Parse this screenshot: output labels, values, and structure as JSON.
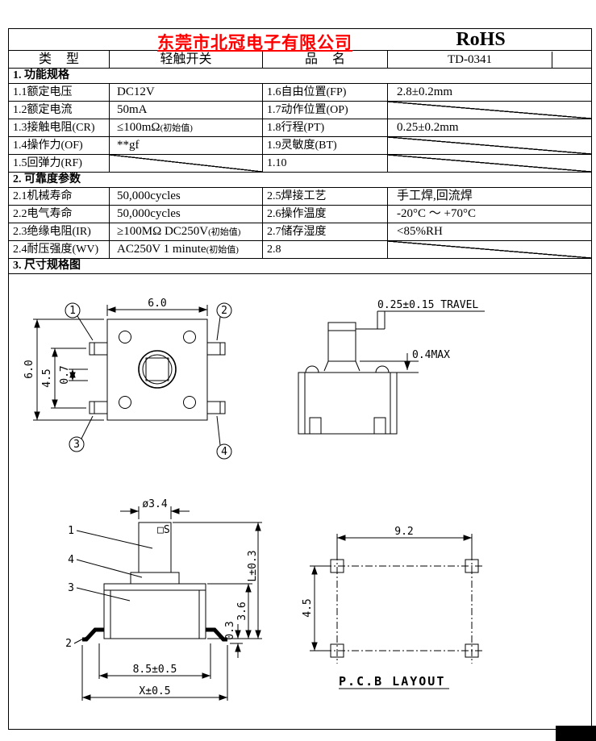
{
  "header": {
    "company": "东莞市北冠电子有限公司",
    "rohs": "RoHS"
  },
  "type_row": {
    "type_label": "类 型",
    "type_value": "轻触开关",
    "name_label": "品 名",
    "name_value": "TD-0341"
  },
  "sections": {
    "s1": "1. 功能规格",
    "s2": "2. 可靠度参数",
    "s3": "3. 尺寸规格图"
  },
  "colors": {
    "title_red": "#ff0000",
    "line_black": "#000000"
  },
  "s1": {
    "rows": [
      {
        "l": "1.1额定电压",
        "v": "DC12V",
        "vn": "",
        "l2": "1.6自由位置(FP)",
        "v2": "2.8±0.2mm"
      },
      {
        "l": "1.2额定电流",
        "v": "50mA",
        "vn": "",
        "l2": "1.7动作位置(OP)",
        "v2": ""
      },
      {
        "l": "1.3接触电阻(CR)",
        "v": "≤100mΩ",
        "vn": "(初始值)",
        "l2": "1.8行程(PT)",
        "v2": "0.25±0.2mm"
      },
      {
        "l": "1.4操作力(OF)",
        "v": "**gf",
        "vn": "",
        "l2": "1.9灵敏度(BT)",
        "v2": ""
      },
      {
        "l": "1.5回弹力(RF)",
        "v": "",
        "vn": "",
        "l2": "1.10",
        "v2": ""
      }
    ]
  },
  "s2": {
    "rows": [
      {
        "l": "2.1机械寿命",
        "v": "50,000cycles",
        "vn": "",
        "l2": "2.5焊接工艺",
        "v2": "手工焊,回流焊"
      },
      {
        "l": "2.2电气寿命",
        "v": "50,000cycles",
        "vn": "",
        "l2": "2.6操作温度",
        "v2": "-20°C ～ +70°C"
      },
      {
        "l": "2.3绝缘电阻(IR)",
        "v": "≥100MΩ DC250V",
        "vn": "(初始值)",
        "l2": "2.7储存湿度",
        "v2": "<85%RH"
      },
      {
        "l": "2.4耐压强度(WV)",
        "v": "AC250V 1 minute",
        "vn": "(初始值)",
        "l2": "2.8",
        "v2": ""
      }
    ]
  },
  "drawings": {
    "top_view": {
      "dim_width": "6.0",
      "dim_height": "6.0",
      "dim_pin_span": "4.5",
      "dim_offset": "0.7",
      "pin1": "1",
      "pin2": "2",
      "pin3": "3",
      "pin4": "4"
    },
    "side_view": {
      "travel": "0.25±0.15 TRAVEL",
      "max": "0.4MAX"
    },
    "front_view": {
      "dim_stem": "ø3.4",
      "stem_mark": "□S",
      "ref1": "1",
      "ref2": "2",
      "ref3": "3",
      "ref4": "4",
      "dim_l": "L±0.3",
      "dim_body_h": "3.6",
      "dim_standoff": "0.3",
      "dim_body_w": "8.5±0.5",
      "dim_total_w": "X±0.5"
    },
    "pcb": {
      "dim_w": "9.2",
      "dim_h": "4.5",
      "label": "P.C.B LAYOUT"
    }
  }
}
